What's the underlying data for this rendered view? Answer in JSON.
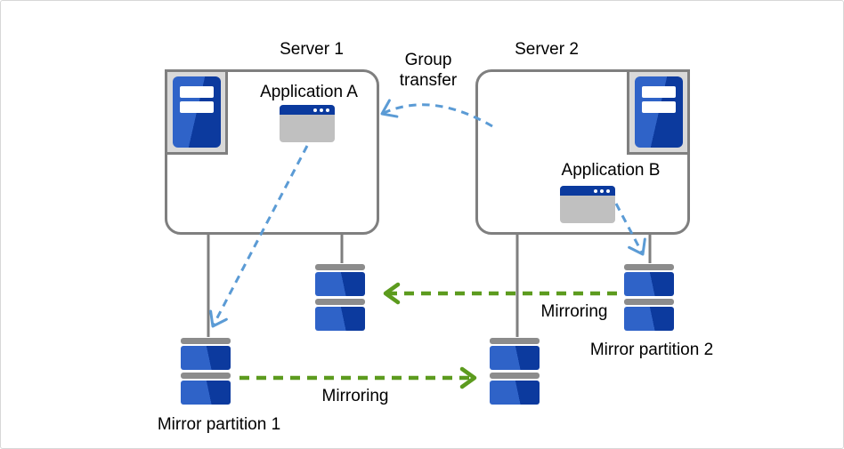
{
  "diagram": {
    "servers": [
      {
        "title": "Server 1",
        "application": {
          "label": "Application A"
        }
      },
      {
        "title": "Server 2",
        "application": {
          "label": "Application B"
        }
      }
    ],
    "group_transfer": {
      "label": "Group transfer"
    },
    "partitions": {
      "mirror1": {
        "label": "Mirror partition 1"
      },
      "mirror2": {
        "label": "Mirror partition 2"
      }
    },
    "mirroring": {
      "top_label": "Mirroring",
      "bottom_label": "Mirroring"
    }
  },
  "icons": {
    "server_tower_icon": "blue-tower-server-with-two-white-slots",
    "application_window_icon": "gray-window-with-blue-titlebar-and-three-dots",
    "disk_stack_icon": "two-stacked-blue-disks-with-gray-caps",
    "group_transfer_arrow_icon": "curved-blue-dashed-arrow",
    "mirroring_arrow_icon": "green-dashed-arrow"
  },
  "colors": {
    "blue_light": "#2F63C8",
    "blue_dark": "#0C3A9E",
    "arrow_blue": "#5B9BD5",
    "arrow_green": "#5C9B1E",
    "line_gray": "#7F7F7F",
    "cap_gray": "#8C8C8C",
    "panel_gray": "#D9D9D9",
    "window_gray": "#C0C0C0",
    "titlebar_blue": "#0B3A9E",
    "canvas_border": "#D7D7D7",
    "text": "#000000"
  }
}
